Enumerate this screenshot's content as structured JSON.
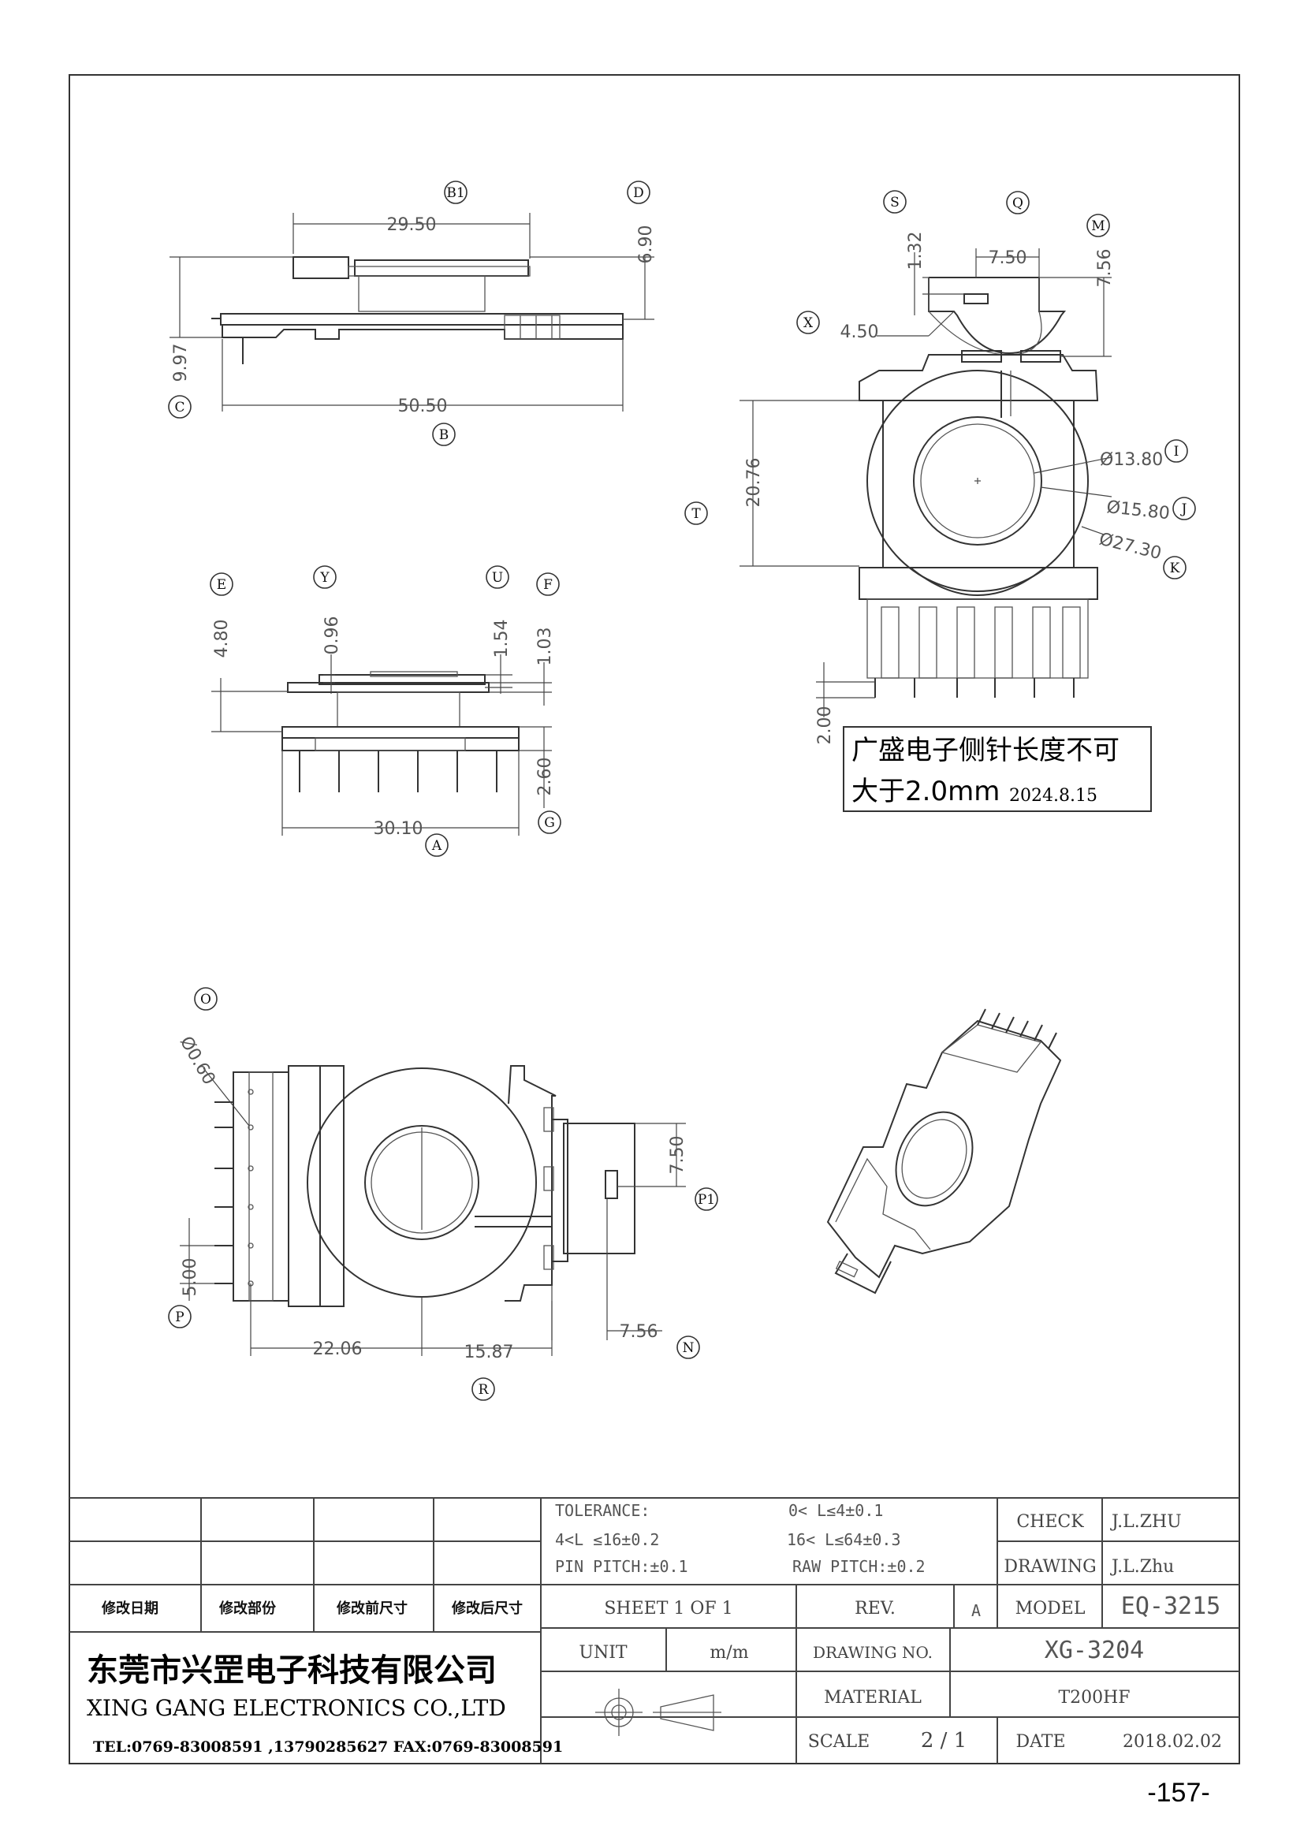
{
  "views": {
    "side_view": {
      "B1": {
        "label": "B1",
        "value": "29.50"
      },
      "D": {
        "label": "D",
        "value": "6.90"
      },
      "C": {
        "label": "C",
        "value": "9.97"
      },
      "B": {
        "label": "B",
        "value": "50.50"
      }
    },
    "top_view": {
      "S": {
        "label": "S",
        "value": "1.32"
      },
      "Q": {
        "label": "Q",
        "value": "7.50"
      },
      "M": {
        "label": "M",
        "value": "7.56"
      },
      "X": {
        "label": "X",
        "value": "4.50"
      },
      "T": {
        "label": "T",
        "value": "20.76"
      },
      "I": {
        "label": "I",
        "value": "Ø13.80"
      },
      "J": {
        "label": "J",
        "value": "Ø15.80"
      },
      "K": {
        "label": "K",
        "value": "Ø27.30"
      },
      "pin_length": "2.00"
    },
    "front_view": {
      "E": {
        "label": "E",
        "value": "4.80"
      },
      "Y": {
        "label": "Y",
        "value": "0.96"
      },
      "U": {
        "label": "U",
        "value": "1.54"
      },
      "F": {
        "label": "F",
        "value": "1.03"
      },
      "G": {
        "label": "G",
        "value": "2.60"
      },
      "A": {
        "label": "A",
        "value": "30.10"
      }
    },
    "bottom_view": {
      "O": {
        "label": "O",
        "value": "Ø0.60"
      },
      "P": {
        "label": "P",
        "value": "5.00"
      },
      "P1": {
        "label": "P1",
        "value": "7.50"
      },
      "N": {
        "label": "N",
        "value": "7.56"
      },
      "R": {
        "label": "R",
        "value_left": "22.06",
        "value_right": "15.87"
      }
    }
  },
  "note": {
    "line1": "广盛电子侧针长度不可",
    "line2": "大于2.0mm",
    "date": "2024.8.15"
  },
  "title_block": {
    "revision_headers": [
      "修改日期",
      "修改部份",
      "修改前尺寸",
      "修改后尺寸"
    ],
    "tolerance_title": "TOLERANCE:",
    "tol_1": "0< L≤4±0.1",
    "tol_2": "4<L ≤16±0.2",
    "tol_3": "16< L≤64±0.3",
    "pin_pitch": "PIN PITCH:±0.1",
    "raw_pitch": "RAW PITCH:±0.2",
    "check_label": "CHECK",
    "check_value": "J.L.ZHU",
    "drawing_label": "DRAWING",
    "drawing_value": "J.L.Zhu",
    "sheet": "SHEET 1 OF 1",
    "rev_label": "REV.",
    "rev_value": "A",
    "model_label": "MODEL",
    "model_value": "EQ-3215",
    "unit_label": "UNIT",
    "unit_value": "m/m",
    "drawing_no_label": "DRAWING NO.",
    "drawing_no_value": "XG-3204",
    "material_label": "MATERIAL",
    "material_value": "T200HF",
    "scale_label": "SCALE",
    "scale_value": "2 / 1",
    "date_label": "DATE",
    "date_value": "2018.02.02",
    "company_cn": "东莞市兴罡电子科技有限公司",
    "company_en": "XING GANG  ELECTRONICS CO.,LTD",
    "contact": "TEL:0769-83008591 ,13790285627 FAX:0769-83008591"
  },
  "page_number": "-157-"
}
